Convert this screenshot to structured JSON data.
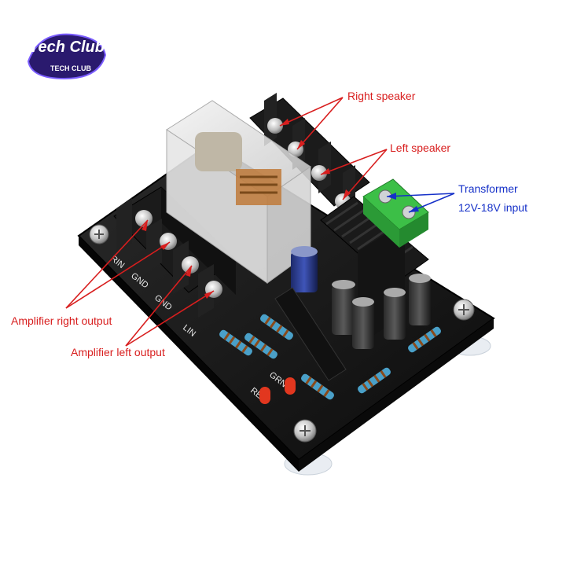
{
  "logo": {
    "main_text": "Tech Club",
    "sub_text": "TECH CLUB"
  },
  "annotations": {
    "right_speaker": "Right speaker",
    "left_speaker": "Left speaker",
    "transformer_line1": "Transformer",
    "transformer_line2": "12V-18V input",
    "amp_right_output": "Amplifier right output",
    "amp_left_output": "Amplifier left output"
  },
  "board_labels": {
    "rin": "RIN",
    "gnd1": "GND",
    "gnd2": "GND",
    "lin": "LIN",
    "grn": "GRN",
    "red": "RED"
  },
  "colors": {
    "red_callout": "#d81e1e",
    "blue_callout": "#1530c8",
    "pcb": "#151515",
    "terminal_green": "#2fa83a"
  }
}
